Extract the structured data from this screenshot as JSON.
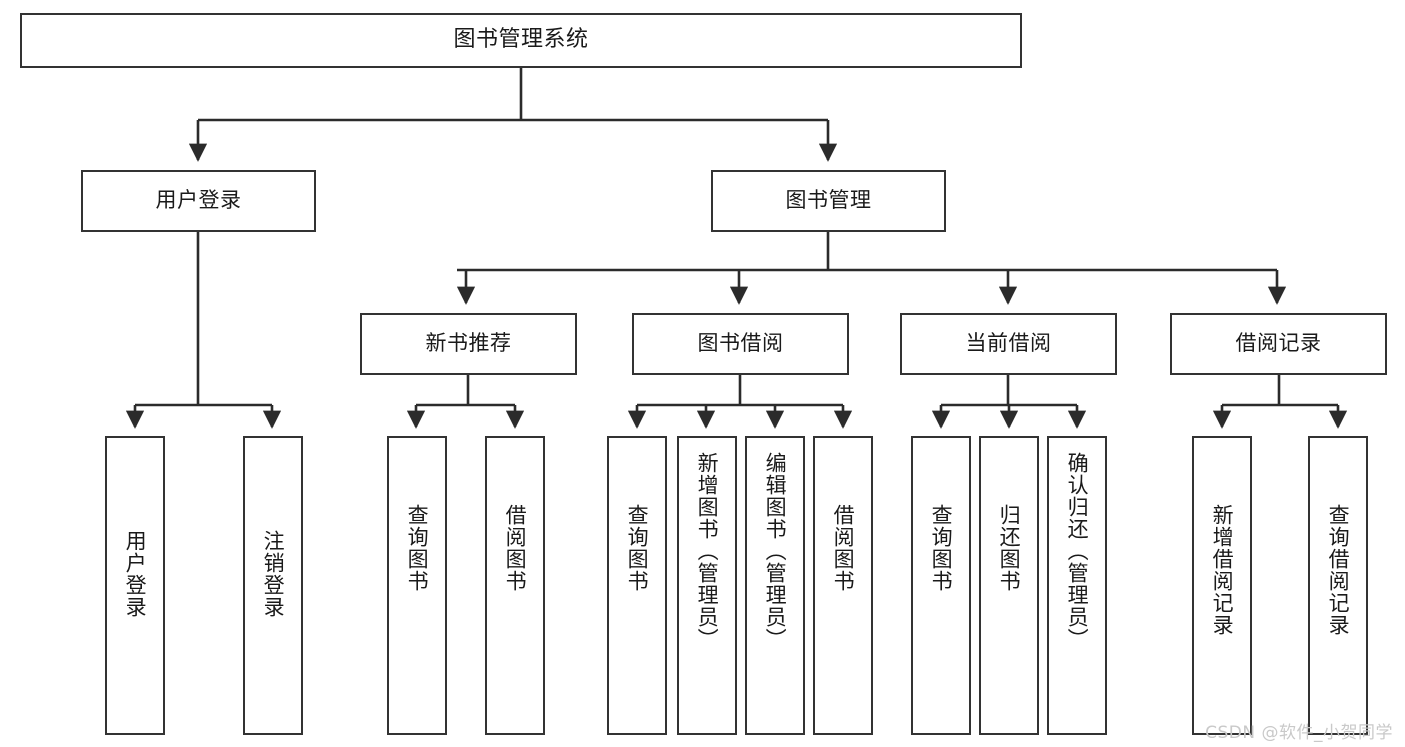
{
  "diagram": {
    "type": "tree-hierarchy",
    "title": "图书管理系统",
    "watermark": "CSDN @软件_小贺同学",
    "style": {
      "background": "#ffffff",
      "box_border": "#333333",
      "box_fill": "#ffffff",
      "text_color": "#1a1a1a",
      "connector_color": "#2b2b2b",
      "watermark_color": "#c9c9c9"
    },
    "levels": [
      {
        "index": 0,
        "name": "root"
      },
      {
        "index": 1,
        "name": "modules"
      },
      {
        "index": 2,
        "name": "submodules"
      },
      {
        "index": 3,
        "name": "functions"
      }
    ],
    "nodes": {
      "root": {
        "label": "图书管理系统",
        "orientation": "horizontal"
      },
      "l1": [
        {
          "id": "user-login",
          "label": "用户登录",
          "orientation": "horizontal"
        },
        {
          "id": "book-manage",
          "label": "图书管理",
          "orientation": "horizontal"
        }
      ],
      "l2": [
        {
          "id": "new-book-recommend",
          "label": "新书推荐",
          "orientation": "horizontal",
          "parent": "book-manage"
        },
        {
          "id": "book-borrow",
          "label": "图书借阅",
          "orientation": "horizontal",
          "parent": "book-manage"
        },
        {
          "id": "current-borrow",
          "label": "当前借阅",
          "orientation": "horizontal",
          "parent": "book-manage"
        },
        {
          "id": "borrow-record",
          "label": "借阅记录",
          "orientation": "horizontal",
          "parent": "book-manage"
        }
      ],
      "leaves": [
        {
          "id": "leaf-user-login",
          "label": "用户登录",
          "parent": "user-login",
          "orientation": "vertical"
        },
        {
          "id": "leaf-user-logout",
          "label": "注销登录",
          "parent": "user-login",
          "orientation": "vertical"
        },
        {
          "id": "leaf-query-book-1",
          "label": "查询图书",
          "parent": "new-book-recommend",
          "orientation": "vertical"
        },
        {
          "id": "leaf-borrow-book-1",
          "label": "借阅图书",
          "parent": "new-book-recommend",
          "orientation": "vertical"
        },
        {
          "id": "leaf-query-book-2",
          "label": "查询图书",
          "parent": "book-borrow",
          "orientation": "vertical"
        },
        {
          "id": "leaf-add-book",
          "label": "新增图书（管理员）",
          "parent": "book-borrow",
          "orientation": "vertical"
        },
        {
          "id": "leaf-edit-book",
          "label": "编辑图书（管理员）",
          "parent": "book-borrow",
          "orientation": "vertical"
        },
        {
          "id": "leaf-borrow-book-2",
          "label": "借阅图书",
          "parent": "book-borrow",
          "orientation": "vertical"
        },
        {
          "id": "leaf-query-book-3",
          "label": "查询图书",
          "parent": "current-borrow",
          "orientation": "vertical"
        },
        {
          "id": "leaf-return-book",
          "label": "归还图书",
          "parent": "current-borrow",
          "orientation": "vertical"
        },
        {
          "id": "leaf-confirm-return",
          "label": "确认归还（管理员）",
          "parent": "current-borrow",
          "orientation": "vertical"
        },
        {
          "id": "leaf-add-record",
          "label": "新增借阅记录",
          "parent": "borrow-record",
          "orientation": "vertical"
        },
        {
          "id": "leaf-query-record",
          "label": "查询借阅记录",
          "parent": "borrow-record",
          "orientation": "vertical"
        }
      ]
    }
  }
}
